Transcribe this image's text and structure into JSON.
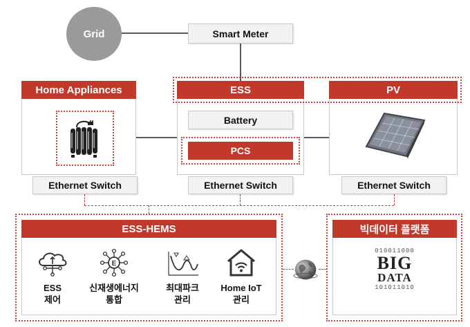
{
  "grid": {
    "label": "Grid"
  },
  "smart_meter": {
    "label": "Smart Meter"
  },
  "home_appliances": {
    "title": "Home Appliances"
  },
  "ess": {
    "title": "ESS",
    "battery": "Battery",
    "pcs": "PCS"
  },
  "pv": {
    "title": "PV"
  },
  "switches": [
    "Ethernet Switch",
    "Ethernet Switch",
    "Ethernet Switch"
  ],
  "hems": {
    "title": "ESS-HEMS",
    "functions": [
      {
        "label": "ESS\n제어",
        "icon": "cloud-network-icon"
      },
      {
        "label": "신재생에너지\n통합",
        "icon": "energy-network-icon"
      },
      {
        "label": "최대파크\n관리",
        "icon": "peak-curve-icon"
      },
      {
        "label": "Home IoT\n관리",
        "icon": "smart-home-icon"
      }
    ]
  },
  "bigdata": {
    "title": "빅데이터 플랫폼",
    "binary_top": "010011000",
    "big": "BIG",
    "data": "DATA",
    "binary_bottom": "101011010"
  },
  "colors": {
    "accent": "#c0392b",
    "dotted": "#d23b3b",
    "grey": "#f2f2f2"
  }
}
